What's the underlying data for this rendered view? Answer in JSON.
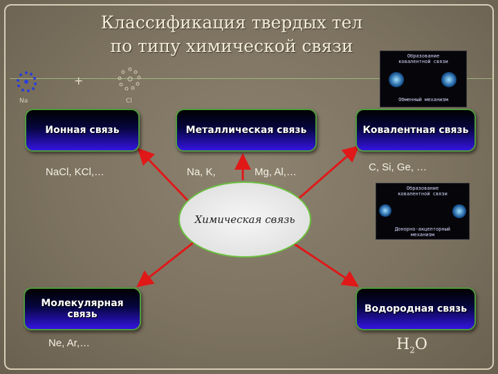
{
  "title": {
    "line1": "Классификация твердых тел",
    "line2": "по типу химической связи"
  },
  "center": {
    "label": "Химическая связь"
  },
  "bond_types": {
    "ionic": {
      "label": "Ионная связь",
      "examples": "NaCl, KCl,…"
    },
    "metallic": {
      "label": "Металлическая связь",
      "examples_left": "Na, K,",
      "examples_right": "Mg, Al,…"
    },
    "covalent": {
      "label": "Ковалентная связь",
      "examples": "C, Si, Ge, …"
    },
    "molecular": {
      "label": "Молекулярная связь",
      "examples": "Ne, Ar,…"
    },
    "hydrogen": {
      "label": "Водородная связь",
      "formula_h": "H",
      "formula_sub": "2",
      "formula_o": "O"
    }
  },
  "insets": {
    "exchange": {
      "top_line1": "Образование",
      "top_line2": "ковалентной связи",
      "bottom": "Обменный механизм"
    },
    "donor": {
      "top_line1": "Образование",
      "top_line2": "ковалентной связи",
      "bottom_line1": "Донорно-акцепторный",
      "bottom_line2": "механизм"
    }
  },
  "ion_illustration": {
    "na_label": "Na",
    "cl_label": "Cl",
    "plus_sign": "+"
  },
  "colors": {
    "background": "#7c725f",
    "box_bottom": "#3414e0",
    "box_border": "#4f9b3e",
    "arrow": "#e01818",
    "oval_border": "#6bbf3e"
  }
}
